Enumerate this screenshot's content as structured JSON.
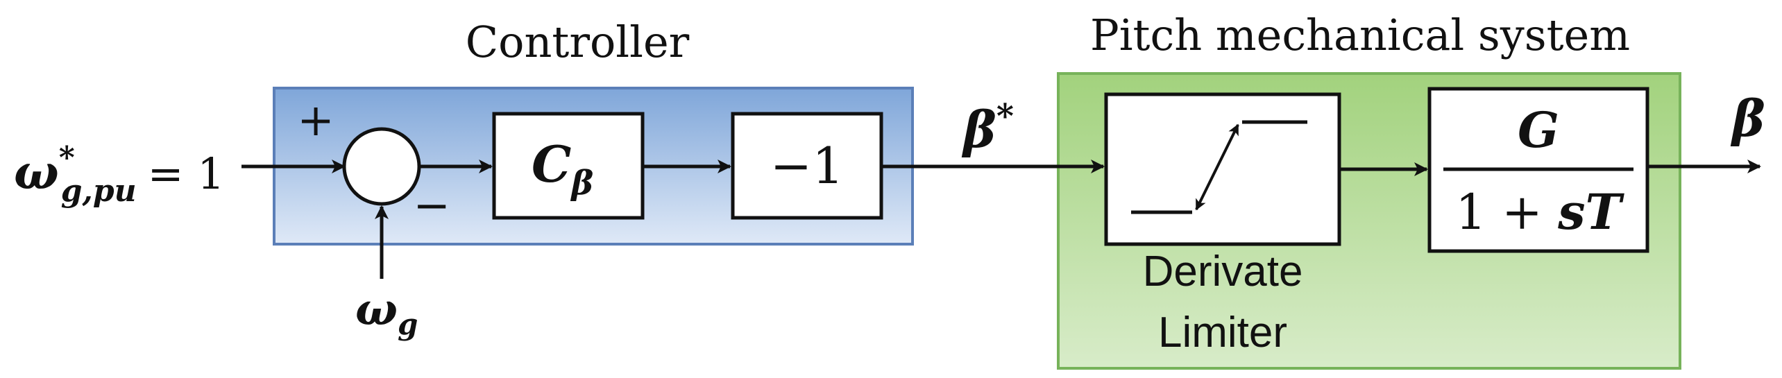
{
  "groups": {
    "controller": {
      "title": "Controller",
      "fill_top": "#7fa6d9",
      "fill_bottom": "#dfe9f7",
      "border": "#5b7fb8"
    },
    "pitch": {
      "title": "Pitch mechanical system",
      "fill_top": "#a2d27d",
      "fill_bottom": "#d8ecc9",
      "border": "#77b35a"
    }
  },
  "signals": {
    "input_symbol": "ω",
    "input_superscript": "*",
    "input_subscript": "g,pu",
    "input_equals": "= 1",
    "feedback_symbol": "ω",
    "feedback_subscript": "g",
    "reference_symbol": "β",
    "reference_superscript": "*",
    "output_symbol": "β"
  },
  "summing_junction": {
    "plus_sign": "+",
    "minus_sign": "−"
  },
  "blocks": {
    "controller_gain": {
      "symbol": "C",
      "subscript": "β"
    },
    "inverter": {
      "label": "−1"
    },
    "rate_limiter": {
      "label_line1": "Derivate",
      "label_line2": "Limiter"
    },
    "transfer_function": {
      "numerator": "G",
      "denominator_const": "1 + ",
      "denominator_var": "sT"
    }
  },
  "colors": {
    "stroke": "#111111",
    "block_fill": "#ffffff"
  }
}
